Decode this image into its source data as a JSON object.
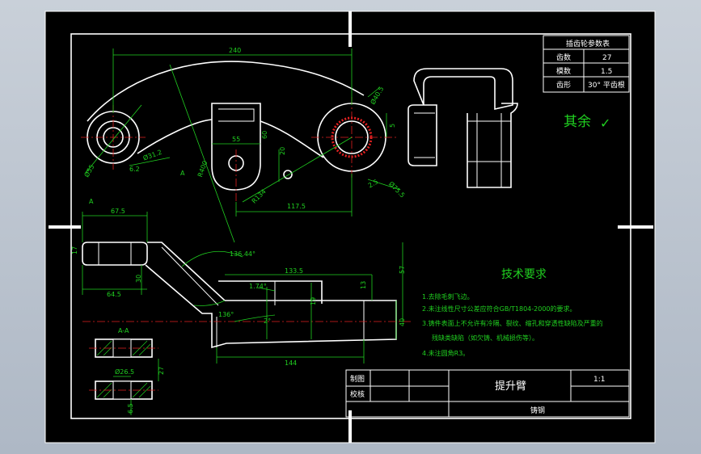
{
  "dimensions": {
    "d240": "240",
    "d55": "55",
    "d60": "60",
    "d117_5": "117.5",
    "d20": "20",
    "d55_dia": "Ø55",
    "d31_2": "Ø31.2",
    "d6_2": "6.2",
    "r134": "R134",
    "r400": "R400",
    "d40_5": "Ø40.5",
    "d5": "5",
    "d2_5": "2.5",
    "d75_5": "Ø75.5",
    "d67_5": "67.5",
    "d64_5": "64.5",
    "d30": "30",
    "d17": "17",
    "d136_44": "136.44°",
    "d133_5": "133.5",
    "d57": "57",
    "d1_74": "1.74°",
    "d13": "13",
    "d136": "136°",
    "d2deg": "2°",
    "d19": "19",
    "d40": "40",
    "d144": "144",
    "d26_5": "Ø26.5",
    "d27": "27",
    "d6_5": "6.5",
    "label_a1": "A",
    "label_a2": "A"
  },
  "section_label": "A-A",
  "gear_table": {
    "title": "插齿轮参数表",
    "rows": [
      {
        "name": "齿数",
        "value": "27"
      },
      {
        "name": "模数",
        "value": "1.5"
      },
      {
        "name": "齿形",
        "value": "30° 平齿根"
      }
    ]
  },
  "roughness": {
    "label": "其余",
    "value": "✓"
  },
  "tech_requirements": {
    "title": "技术要求",
    "items": [
      "1.去除毛刺飞边。",
      "2.未注线性尺寸公差应符合GB/T1804-2000的要求。",
      "3.铸件表面上不允许有冷隔、裂纹、缩孔和穿透性缺陷及严重的",
      "残缺类缺陷（如欠铸、机械损伤等）。",
      "4.未注圆角R3。"
    ]
  },
  "title_block": {
    "drawn": "制图",
    "checked": "校核",
    "part_name": "提升臂",
    "scale": "1:1",
    "material": "铸钢"
  },
  "colors": {
    "background": "#000000",
    "lines": "#ffffff",
    "dimensions": "#20d020",
    "centerline": "#e02020"
  }
}
